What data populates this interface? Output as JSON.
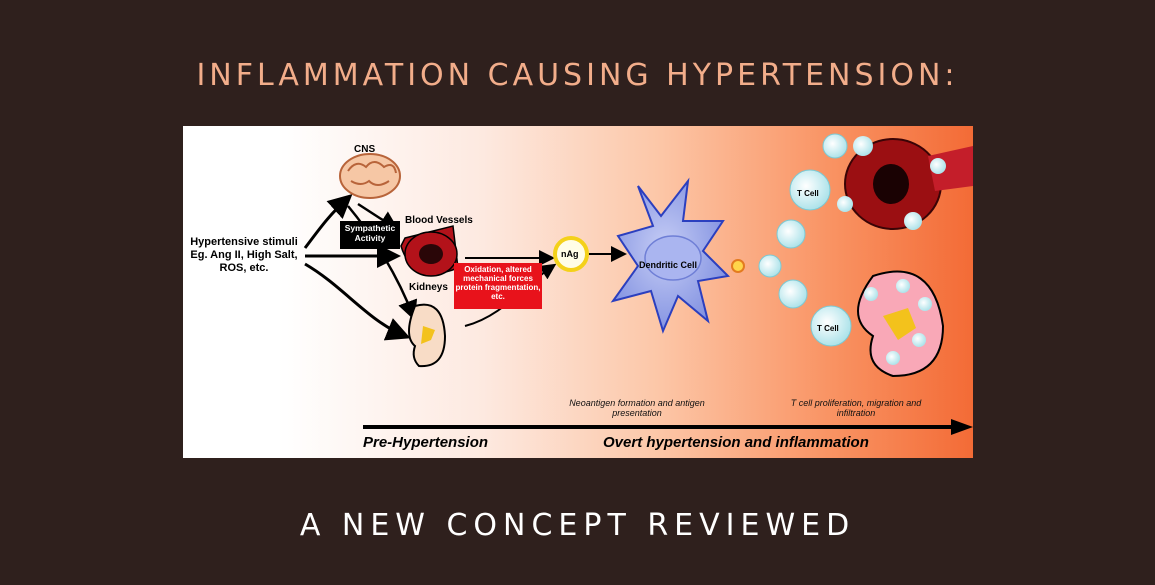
{
  "title": "INFLAMMATION CAUSING HYPERTENSION:",
  "subtitle": "A NEW CONCEPT REVIEWED",
  "diagram": {
    "stimuli": "Hypertensive stimuli Eg. Ang II, High Salt, ROS, etc.",
    "cns": "CNS",
    "sympathetic": "Sympathetic Activity",
    "blood_vessels": "Blood Vessels",
    "kidneys": "Kidneys",
    "damage": "Oxidation, altered mechanical forces protein fragmentation, etc.",
    "nag": "nAg",
    "dendritic_cell": "Dendritic Cell",
    "t_cell_top": "T Cell",
    "t_cell_bottom": "T Cell",
    "neoantigen_note": "Neoantigen formation and antigen presentation",
    "tcell_note": "T cell proliferation, migration and infiltration",
    "pre_phase": "Pre-Hypertension",
    "overt_phase": "Overt hypertension and inflammation"
  },
  "colors": {
    "background": "#2f201d",
    "title": "#f2ad8a",
    "subtitle": "#ffffff",
    "damage_box": "#e8121b",
    "dendritic_cell": "#8f9ee6"
  }
}
